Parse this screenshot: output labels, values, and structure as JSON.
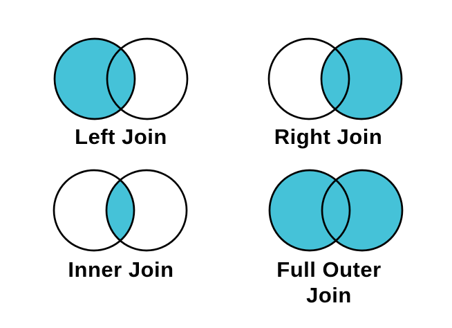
{
  "canvas": {
    "background": "#FFFFFF"
  },
  "colors": {
    "shaded_fill": "#45C2D8",
    "circle_outline": "#000000",
    "label_text": "#000000"
  },
  "diagrams": [
    {
      "name": "left-join",
      "label": "Left Join",
      "shaded_region": "left-circle"
    },
    {
      "name": "right-join",
      "label": "Right Join",
      "shaded_region": "right-circle"
    },
    {
      "name": "inner-join",
      "label": "Inner Join",
      "shaded_region": "intersection"
    },
    {
      "name": "full-outer-join",
      "label": "Full Outer Join",
      "shaded_region": "both-circles"
    }
  ]
}
